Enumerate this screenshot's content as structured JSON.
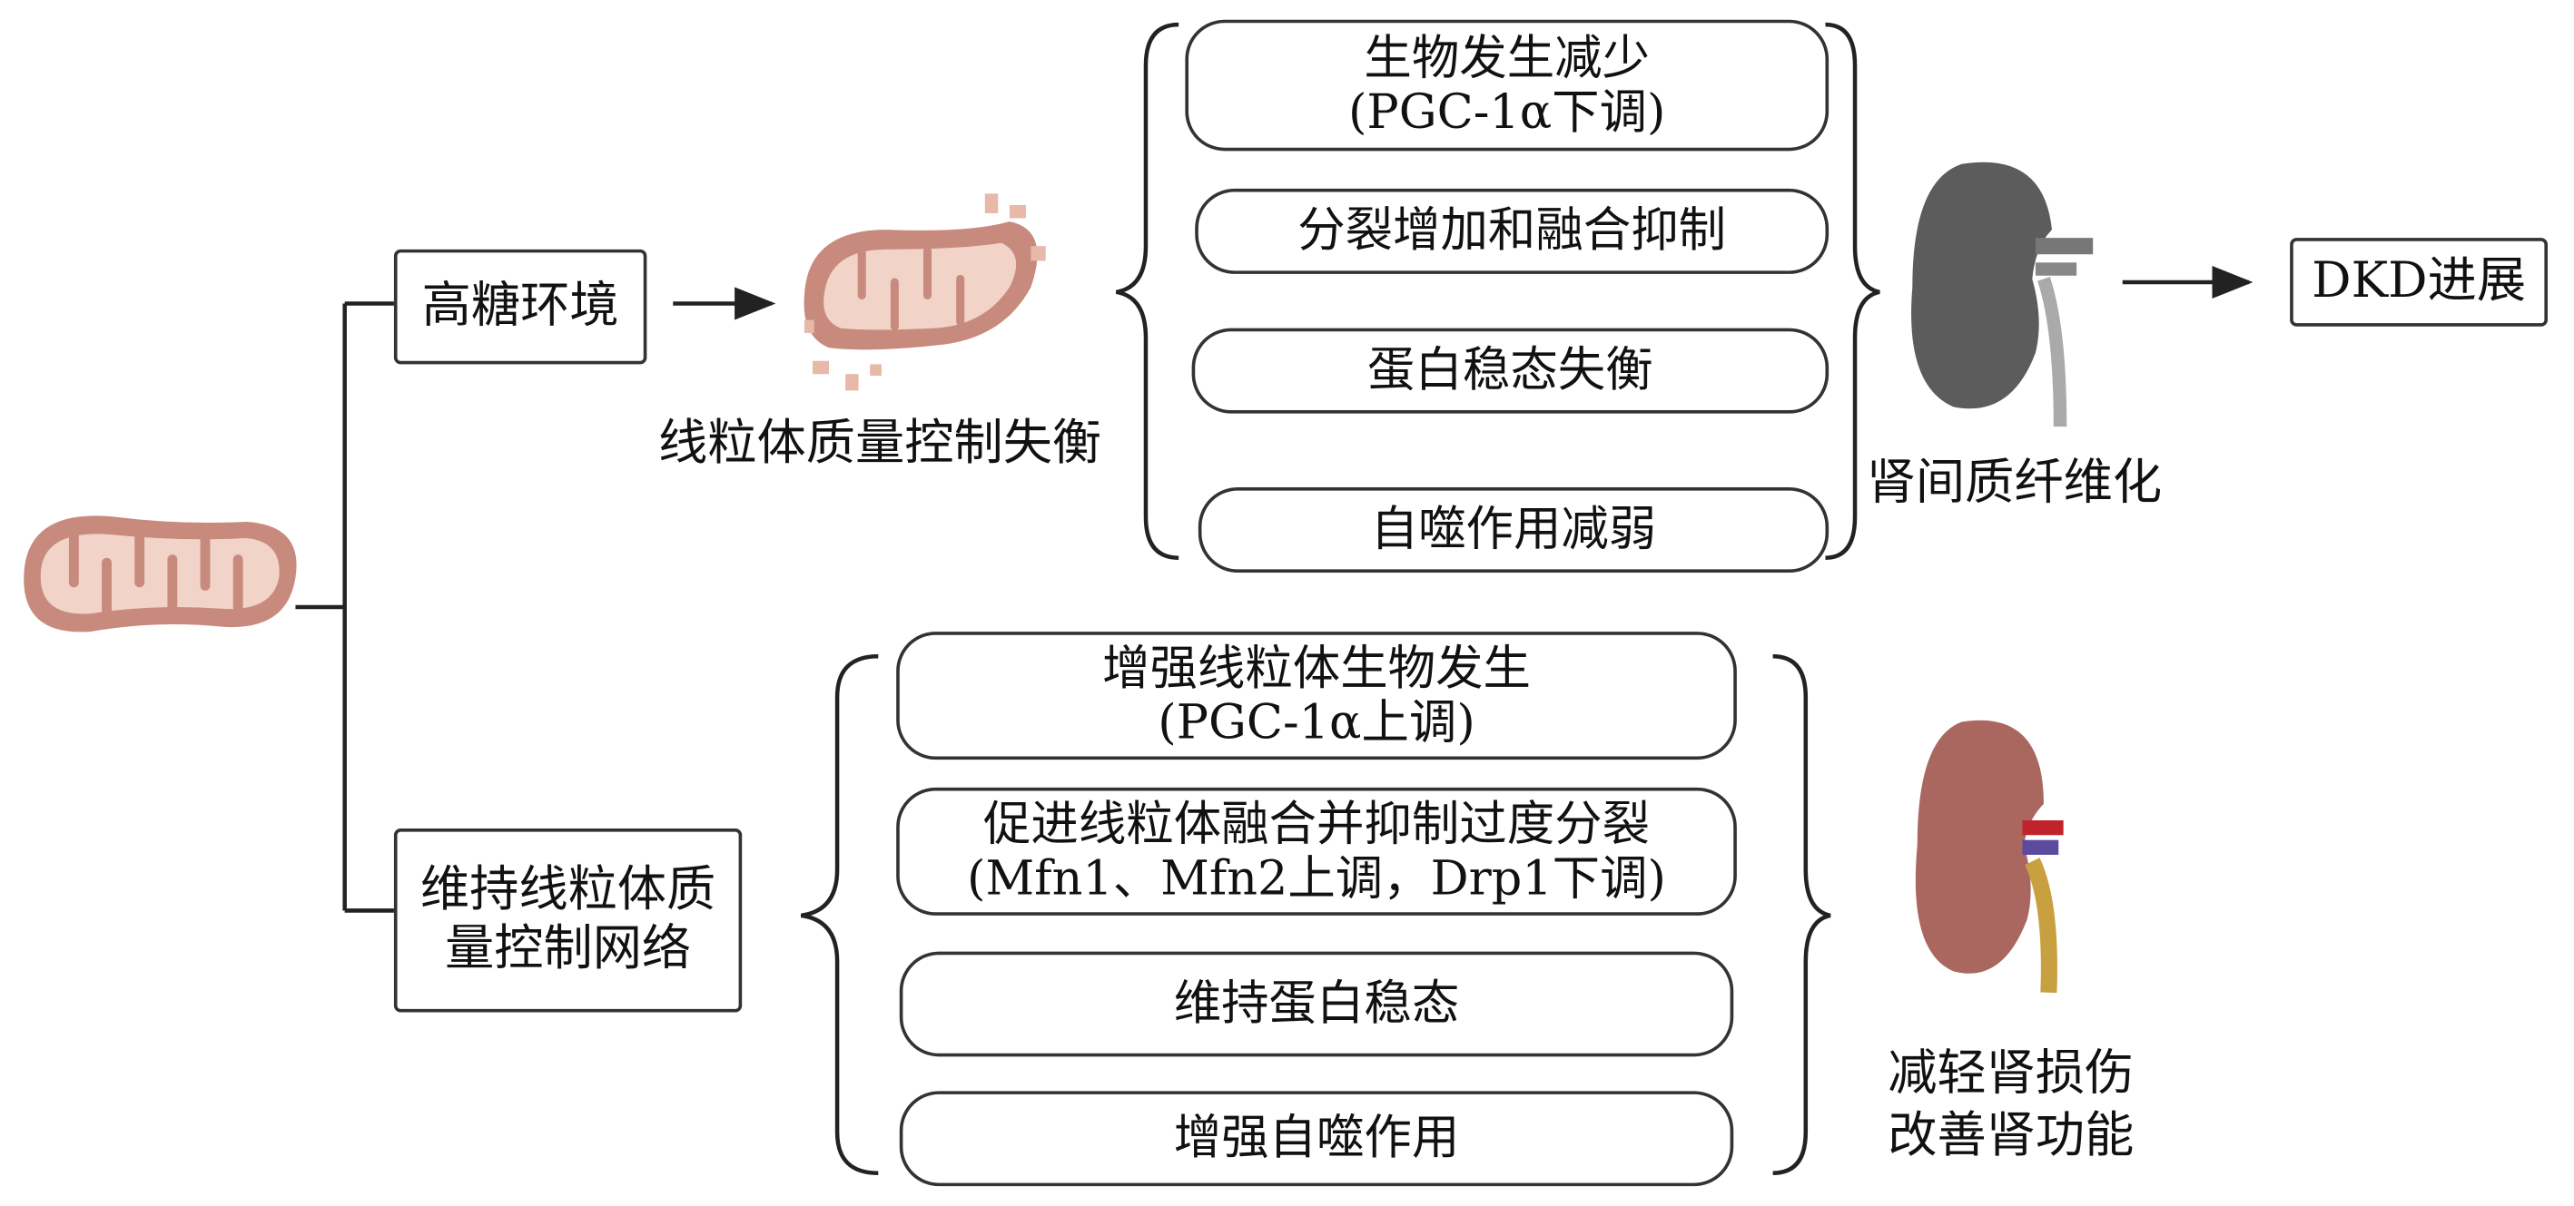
{
  "top_branch": {
    "trigger": "高糖环境",
    "mito_label": "线粒体质量控制失衡",
    "items": [
      {
        "line1": "生物发生减少",
        "line2": "(PGC-1α下调)"
      },
      {
        "line1": "分裂增加和融合抑制"
      },
      {
        "line1": "蛋白稳态失衡"
      },
      {
        "line1": "自噬作用减弱"
      }
    ],
    "kidney_label": "肾间质纤维化",
    "outcome": "DKD进展"
  },
  "bottom_branch": {
    "trigger": "维持线粒体质量控制网络",
    "items": [
      {
        "line1": "增强线粒体生物发生",
        "line2": "(PGC-1α上调)"
      },
      {
        "line1": "促进线粒体融合并抑制过度分裂",
        "line2": "(Mfn1、Mfn2上调，Drp1下调)"
      },
      {
        "line1": "维持蛋白稳态"
      },
      {
        "line1": "增强自噬作用"
      }
    ],
    "kidney_label_line1": "减轻肾损伤",
    "kidney_label_line2": "改善肾功能"
  },
  "colors": {
    "mito": "#c98a7e",
    "mito_inner": "#f1d3c8",
    "kidney_damaged": "#5c5c5c",
    "kidney_healthy": "#a9675f"
  }
}
